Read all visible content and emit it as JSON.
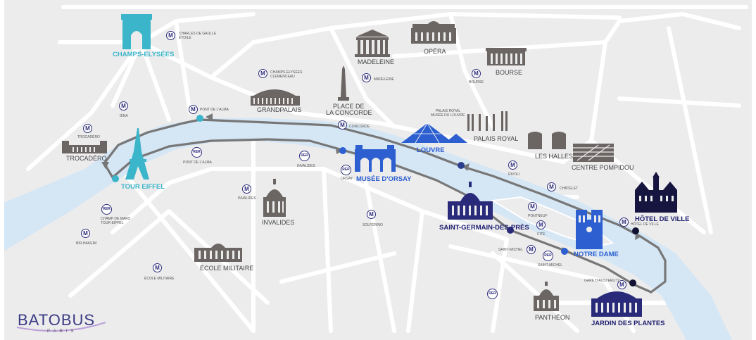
{
  "brand": {
    "name": "BATOBUS",
    "sub": "PARIS"
  },
  "colors": {
    "land": "#ececed",
    "street": "#ffffff",
    "river": "#d5e6f5",
    "route": "#777777",
    "teal": "#3bb5c9",
    "blue": "#2d5fd0",
    "navy": "#1d1d6e",
    "monument": "#6b6563"
  },
  "stops": {
    "champs": "CHAMPS-ELYSÉES",
    "eiffel": "TOUR EIFFEL",
    "orsay": "MUSÉE D'ORSAY",
    "louvre": "LOUVRE",
    "stgermain": "SAINT-GERMAIN-DES-PRÈS",
    "notredame": "NOTRE DAME",
    "hotelville": "HÔTEL DE VILLE",
    "jardin": "JARDIN DES PLANTES"
  },
  "landmarks": {
    "madeleine": "MADELEINE",
    "opera": "OPÉRA",
    "bourse": "BOURSE",
    "concorde_1": "PLACE DE",
    "concorde_2": "LA CONCORDE",
    "grandpalais": "GRANDPALAIS",
    "trocadero": "TROCADÉRO",
    "palaisroyal": "PALAIS ROYAL",
    "leshalles": "LES HALLES",
    "pompidou": "CENTRE POMPIDOU",
    "invalides": "INVALIDES",
    "ecole": "ÉCOLE MILITAIRE",
    "pantheon": "PANTHÉON"
  },
  "metro_labels": {
    "cdg_1": "CHARLES DE GAULLE",
    "cdg_2": "ÉTOILE",
    "ce_1": "CHAMPS-ÉLYSÉES",
    "ce_2": "CLÉMENCEAU",
    "madeleine": "MADELEINE",
    "bourse": "BOURSE",
    "iena": "IÉNA",
    "trocadero": "TROCADÉRO",
    "pontalma": "PONT DE L'ALMA",
    "concorde": "CONCORDE",
    "pr_1": "PALAIS ROYAL",
    "pr_2": "MUSÉE DU LOUVRE",
    "rer_alma": "PONT DE L'ALMA",
    "rer_invalides": "INVALIDES",
    "rer_orsay": "ORSAY",
    "invalides": "INVALIDES",
    "rivoli": "RIVOLI",
    "chatelet": "CHÂTELET",
    "pontneuf": "PONTNEUF",
    "cite": "CITÉ",
    "hdv": "HÔTEL DE VILLE",
    "champmars_1": "CHAMP DE MARS",
    "champmars_2": "TOUR EIFFEL",
    "solferino": "SOLFÉRINO",
    "bir": "BIR-HAKEIM",
    "ecole": "ÉCOLE MILITAIRE",
    "stmichel": "SAINT-MICHEL",
    "rer_stmichel": "SAINT-MICHEL",
    "austerlitz": "GARE D'AUSTERLITZ"
  },
  "icons": {
    "metro": "M",
    "rer": "RER"
  }
}
